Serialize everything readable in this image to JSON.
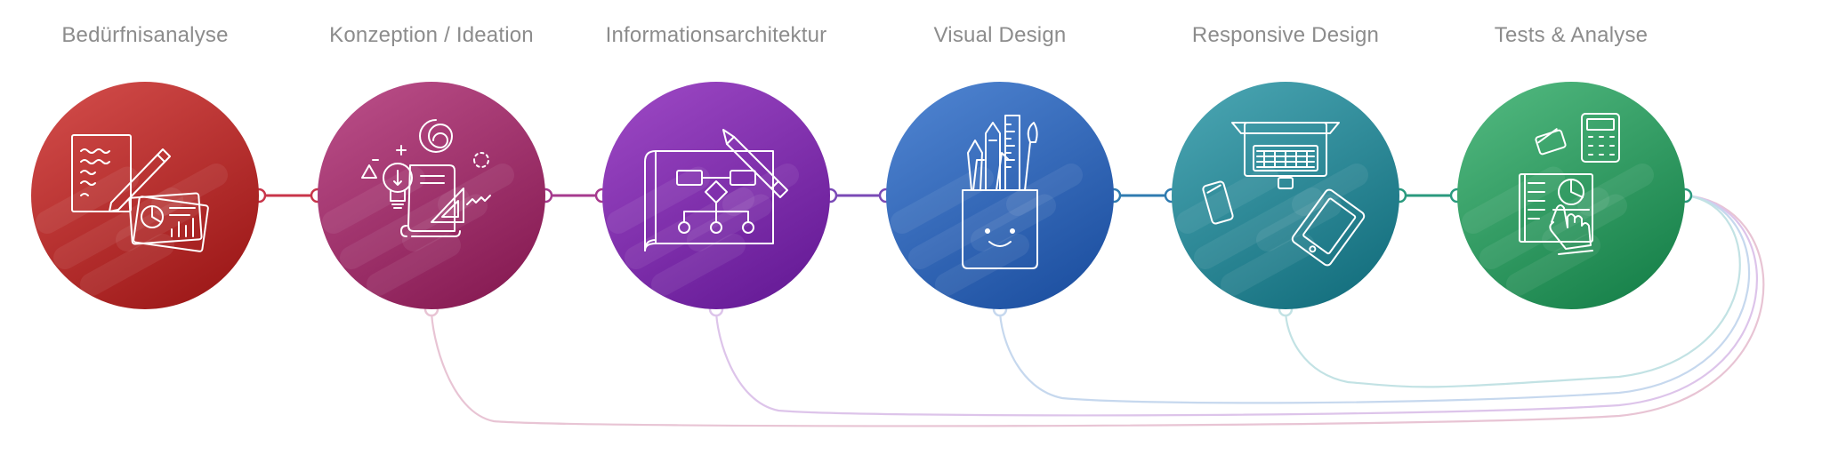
{
  "steps": [
    {
      "id": "beduerfnisanalyse",
      "title": "Bedürfnisanalyse",
      "icon": "document-pencil-chart-icon",
      "color_light": "#d04a48",
      "color_dark": "#9c1717"
    },
    {
      "id": "konzeption",
      "title": "Konzeption / Ideation",
      "icon": "lightbulb-scroll-icon",
      "color_light": "#b84c86",
      "color_dark": "#861a52"
    },
    {
      "id": "informationsarchitektur",
      "title": "Informationsarchitektur",
      "icon": "blueprint-sitemap-icon",
      "color_light": "#9a46c2",
      "color_dark": "#651a96"
    },
    {
      "id": "visual-design",
      "title": "Visual Design",
      "icon": "pencil-cup-icon",
      "color_light": "#4d82cf",
      "color_dark": "#1c4fa0"
    },
    {
      "id": "responsive-design",
      "title": "Responsive Design",
      "icon": "devices-icon",
      "color_light": "#48a3b0",
      "color_dark": "#136e7d"
    },
    {
      "id": "tests-analyse",
      "title": "Tests & Analyse",
      "icon": "report-calculator-icon",
      "color_light": "#4fb67d",
      "color_dark": "#168049"
    }
  ],
  "connectors": [
    {
      "from": "beduerfnisanalyse",
      "to": "konzeption",
      "color": "#c8354a"
    },
    {
      "from": "konzeption",
      "to": "informationsarchitektur",
      "color": "#a63a8e"
    },
    {
      "from": "informationsarchitektur",
      "to": "visual-design",
      "color": "#7a4ab6"
    },
    {
      "from": "visual-design",
      "to": "responsive-design",
      "color": "#2f7bb0"
    },
    {
      "from": "responsive-design",
      "to": "tests-analyse",
      "color": "#2a9a7e"
    }
  ],
  "feedback_loops": [
    {
      "from": "tests-analyse",
      "to": "konzeption",
      "color": "#e8c4d4"
    },
    {
      "from": "tests-analyse",
      "to": "informationsarchitektur",
      "color": "#ddc4ea"
    },
    {
      "from": "tests-analyse",
      "to": "visual-design",
      "color": "#c6d8ee"
    },
    {
      "from": "tests-analyse",
      "to": "responsive-design",
      "color": "#c2e2e4"
    }
  ]
}
